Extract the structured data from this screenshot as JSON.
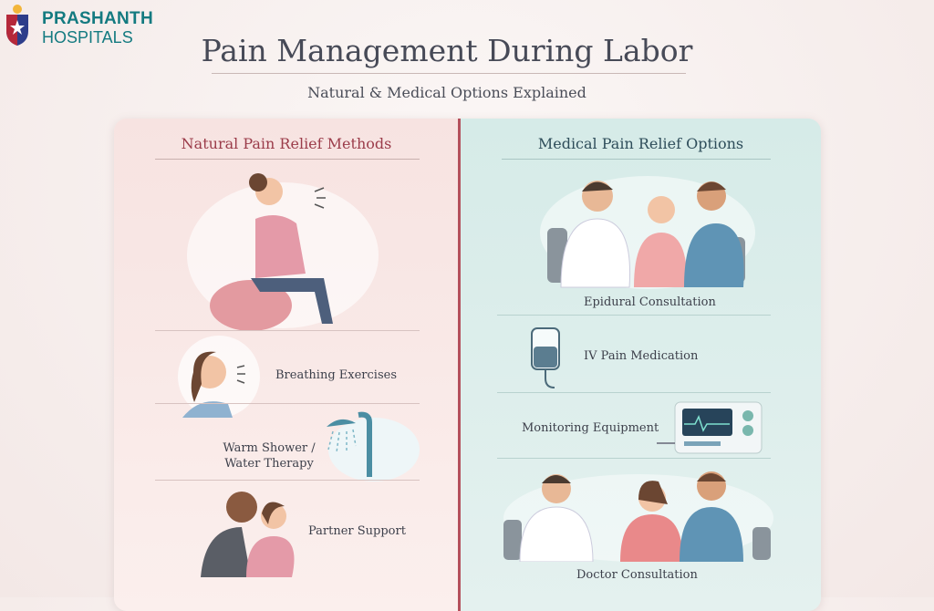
{
  "logo": {
    "line1": "PRASHANTH",
    "line2": "HOSPITALS"
  },
  "title": "Pain Management During Labor",
  "subtitle": "Natural & Medical Options Explained",
  "natural": {
    "heading": "Natural Pain Relief Methods",
    "items": [
      "Breathing Exercises",
      "Warm Shower / Water Therapy",
      "Partner Support"
    ]
  },
  "medical": {
    "heading": "Medical Pain Relief Options",
    "items": [
      "Epidural Consultation",
      "IV Pain Medication",
      "Monitoring Equipment",
      "Doctor Consultation"
    ]
  },
  "colors": {
    "natural_accent": "#9b3c4a",
    "medical_accent": "#2e4d5a",
    "brand": "#137a80",
    "divider": "#b4505c"
  }
}
